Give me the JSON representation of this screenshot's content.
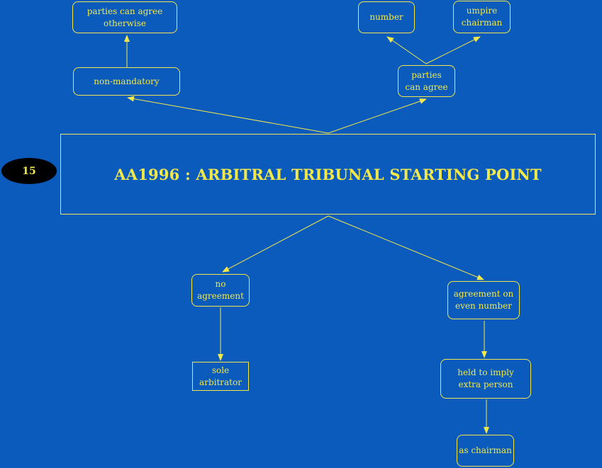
{
  "diagram": {
    "badge": "15",
    "title": "AA1996 : ARBITRAL TRIBUNAL STARTING POINT",
    "nodes": {
      "parties_agree_otherwise": "parties can agree\notherwise",
      "non_mandatory": "non-mandatory",
      "number": "number",
      "umpire_chairman": "umpire\nchairman",
      "parties_can_agree": "parties\ncan agree",
      "no_agreement": "no\nagreement",
      "sole_arbitrator": "sole\narbitrator",
      "agreement_even_number": "agreement on\neven number",
      "held_extra_person": "held to imply\nextra person",
      "as_chairman": "as chairman"
    }
  },
  "colors": {
    "background": "#0b5bbd",
    "accent": "#f2e84b",
    "badge_fill": "#000000"
  }
}
